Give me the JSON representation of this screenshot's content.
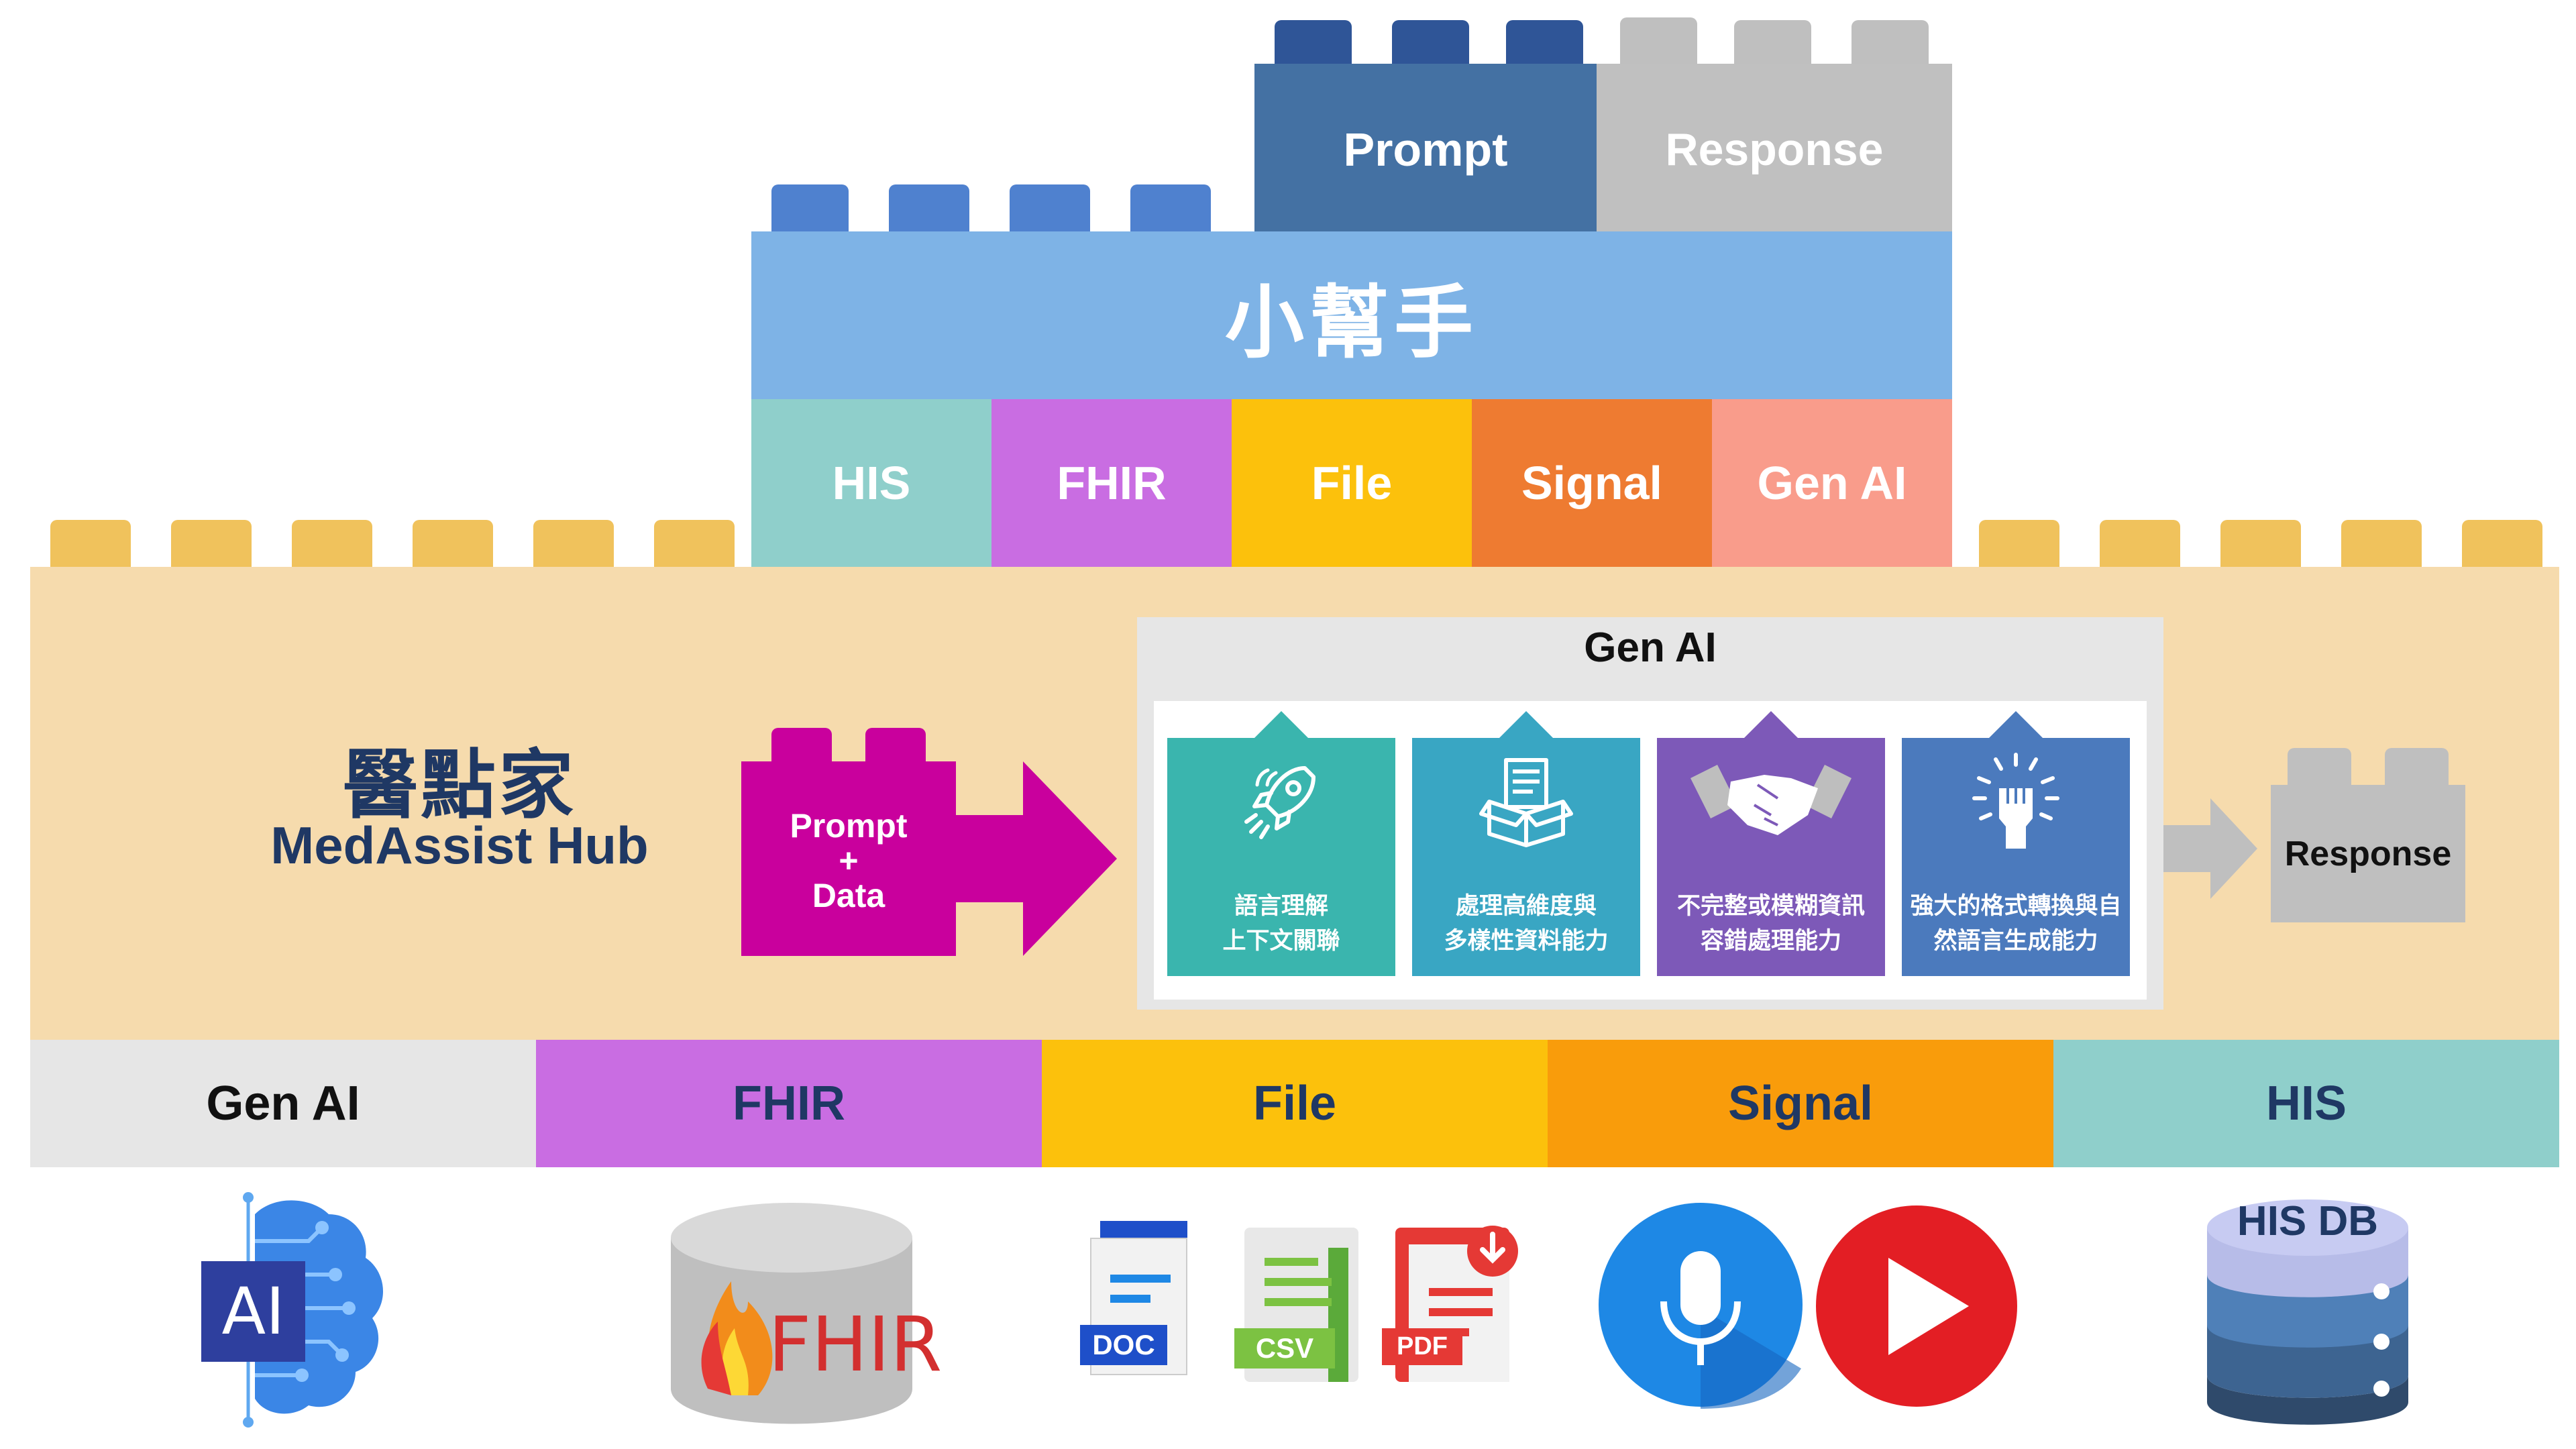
{
  "top_blocks": {
    "prompt_label": "Prompt",
    "response_label": "Response"
  },
  "helper": {
    "title": "小幫手",
    "segments": [
      {
        "label": "HIS",
        "color": "#8FCFCB"
      },
      {
        "label": "FHIR",
        "color": "#C96DE2"
      },
      {
        "label": "File",
        "color": "#FCC10C"
      },
      {
        "label": "Signal",
        "color": "#EE7B31"
      },
      {
        "label": "Gen AI",
        "color": "#F99C8B"
      }
    ]
  },
  "hub": {
    "title_cn": "醫點家",
    "title_en": "MedAssist Hub",
    "input_label_1": "Prompt",
    "input_label_2": "+",
    "input_label_3": "Data",
    "output_label": "Response",
    "genai_title": "Gen AI",
    "cards": [
      {
        "line1": "語言理解",
        "line2": "上下文關聯",
        "color": "#3AB5AE",
        "icon": "rocket-icon"
      },
      {
        "line1": "處理高維度與",
        "line2": "多樣性資料能力",
        "color": "#39A6C3",
        "icon": "box-data-icon"
      },
      {
        "line1": "不完整或模糊資訊",
        "line2": "容錯處理能力",
        "color": "#7D59B8",
        "icon": "handshake-icon"
      },
      {
        "line1": "強大的格式轉換與自",
        "line2": "然語言生成能力",
        "color": "#4B7ABD",
        "icon": "fist-icon"
      }
    ]
  },
  "bottom": {
    "segments": [
      {
        "label": "Gen AI",
        "bg": "#E6E6E6",
        "fg": "#111111"
      },
      {
        "label": "FHIR",
        "bg": "#C96DE2",
        "fg": "#1F3864"
      },
      {
        "label": "File",
        "bg": "#FCC10C",
        "fg": "#1F3864"
      },
      {
        "label": "Signal",
        "bg": "#F99C0B",
        "fg": "#1F3864"
      },
      {
        "label": "HIS",
        "bg": "#8FCFCB",
        "fg": "#1F3864"
      }
    ],
    "icons": {
      "ai_text": "AI",
      "fhir_text": "FHIR",
      "doc_text": "DOC",
      "csv_text": "CSV",
      "pdf_text": "PDF",
      "his_db_text": "HIS DB"
    }
  }
}
